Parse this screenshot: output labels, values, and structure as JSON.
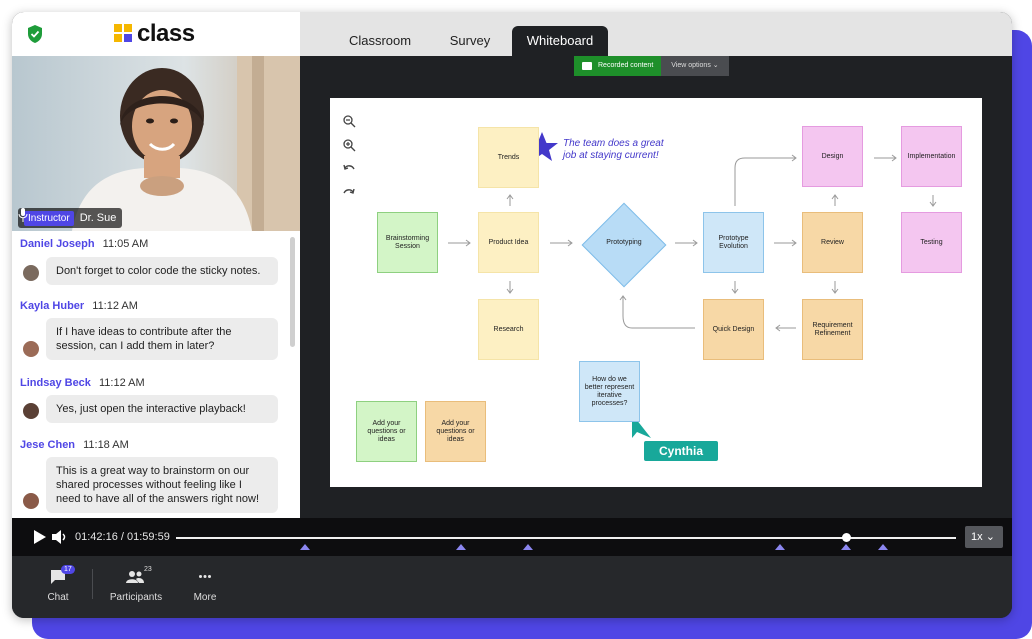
{
  "app": {
    "logo_text": "class"
  },
  "tabs": [
    {
      "label": "Classroom",
      "active": false
    },
    {
      "label": "Survey",
      "active": false
    },
    {
      "label": "Whiteboard",
      "active": true
    }
  ],
  "video": {
    "role": "Instructor",
    "speaker": "Dr. Sue"
  },
  "chat": {
    "messages": [
      {
        "name": "Daniel Joseph",
        "time": "11:05 AM",
        "text": "Don't forget to color code the sticky notes."
      },
      {
        "name": "Kayla Huber",
        "time": "11:12 AM",
        "text": "If I have ideas to contribute after the session, can I add them in later?"
      },
      {
        "name": "Lindsay Beck",
        "time": "11:12 AM",
        "text": "Yes, just open the interactive playback!"
      },
      {
        "name": "Jese Chen",
        "time": "11:18 AM",
        "text": "This is a great way to brainstorm on our shared processes without feeling like I need to have all of the answers right now!"
      }
    ]
  },
  "whiteboard": {
    "recorded_label": "Recorded content",
    "view_options_label": "View options",
    "annotation": "The team does a great job at staying current!",
    "notes": {
      "trends": "Trends",
      "brainstorming": "Brainstorming Session",
      "product_idea": "Product Idea",
      "research": "Research",
      "prototyping": "Prototyping",
      "prototype_evolution": "Prototype Evolution",
      "quick_design": "Quick Design",
      "review": "Review",
      "requirement": "Requirement Refinement",
      "design": "Design",
      "implementation": "Implementation",
      "testing": "Testing",
      "question": "How do we better represent iterative processes?",
      "add_green": "Add your questions or ideas",
      "add_orange": "Add your questions or ideas"
    },
    "cursor_user": "Cynthia"
  },
  "playback": {
    "time": "01:42:16 / 01:59:59",
    "speed": "1x",
    "progress": 0.854
  },
  "bottom": {
    "chat_label": "Chat",
    "chat_count": "17",
    "participants_label": "Participants",
    "participants_count": "23",
    "more_label": "More"
  },
  "colors": {
    "accent": "#4f46e5",
    "recorded": "#1e8f2a",
    "cursor": "#18a89a"
  }
}
